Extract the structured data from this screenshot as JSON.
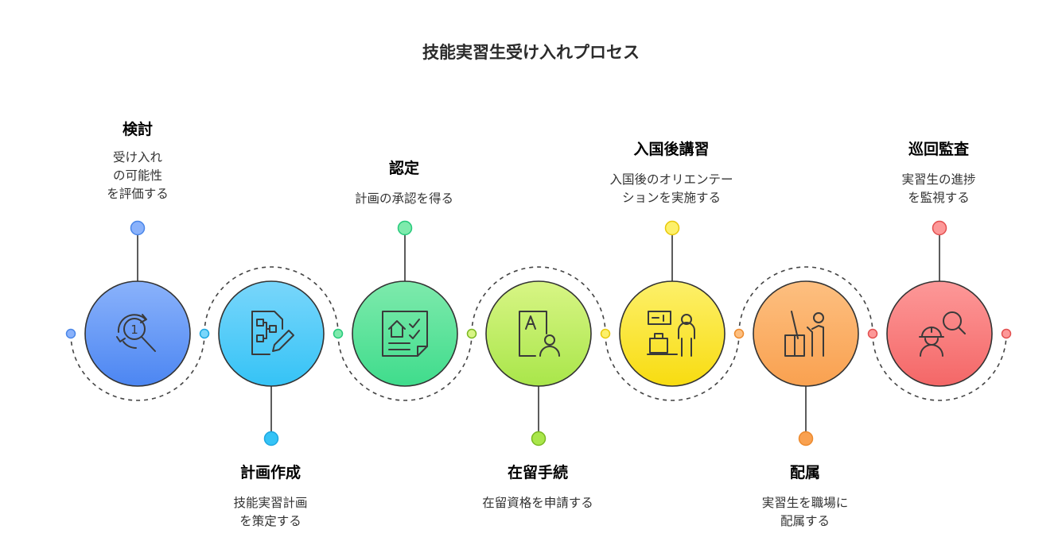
{
  "title": "技能実習生受け入れプロセス",
  "steps": [
    {
      "title": "検討",
      "desc": "受け入れ\nの可能性\nを評価する",
      "color": "#4a86e8",
      "fill_top": "#8ab2fb",
      "fill_bottom": "#4c86f2",
      "icon": "refresh-search-icon"
    },
    {
      "title": "計画作成",
      "desc": "技能実習計画\nを策定する",
      "color": "#1ea7e0",
      "fill_top": "#79d6fb",
      "fill_bottom": "#35c3f6",
      "icon": "flowchart-document-edit-icon"
    },
    {
      "title": "認定",
      "desc": "計画の承認を得る",
      "color": "#27c97b",
      "fill_top": "#7eeaac",
      "fill_bottom": "#3fdc8c",
      "icon": "house-checklist-icon"
    },
    {
      "title": "在留手続",
      "desc": "在留資格を申請する",
      "color": "#7ab821",
      "fill_top": "#d8f585",
      "fill_bottom": "#a9e64a",
      "icon": "document-person-icon"
    },
    {
      "title": "入国後講習",
      "desc": "入国後のオリエンテー\nションを実施する",
      "color": "#e8c80b",
      "fill_top": "#fdf06a",
      "fill_bottom": "#f8dc10",
      "icon": "classroom-luggage-person-icon"
    },
    {
      "title": "配属",
      "desc": "実習生を職場に\n配属する",
      "color": "#ec8a2e",
      "fill_top": "#fdbf80",
      "fill_bottom": "#f9a150",
      "icon": "worker-desk-icon"
    },
    {
      "title": "巡回監査",
      "desc": "実習生の進捗\nを監視する",
      "color": "#e24f4f",
      "fill_top": "#fd9898",
      "fill_bottom": "#f46767",
      "icon": "helmet-inspector-search-icon"
    }
  ]
}
